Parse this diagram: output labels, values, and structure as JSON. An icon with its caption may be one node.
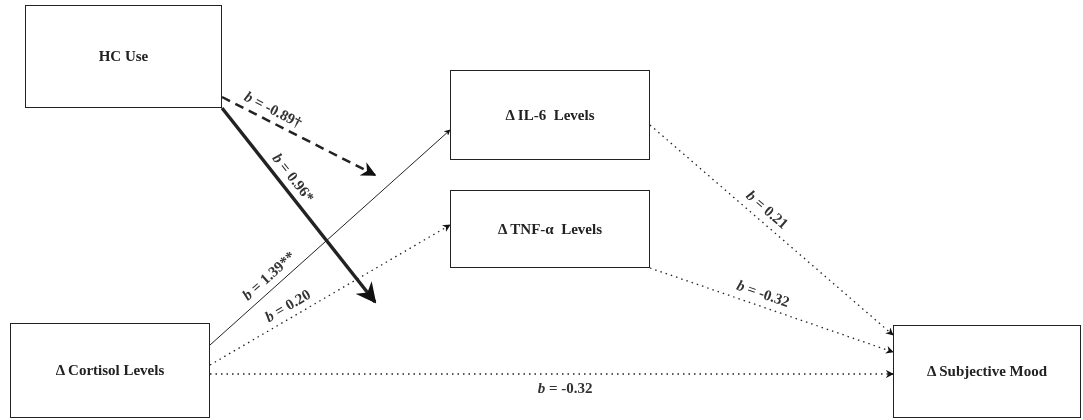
{
  "diagram": {
    "nodes": [
      {
        "text": [
          "HC Use"
        ]
      },
      {
        "text": [
          "Δ IL-6  Levels"
        ]
      },
      {
        "text": [
          "Δ TNF-α  Levels"
        ]
      },
      {
        "text": [
          "Δ Cortisol Levels"
        ]
      },
      {
        "text": [
          "Δ Subjective Mood"
        ]
      }
    ],
    "edges": [
      {
        "from": 0,
        "to": null,
        "arrow": "to",
        "label": "*b* = -0.89†",
        "style": "dashed"
      },
      {
        "from": 0,
        "to": null,
        "arrow": "to",
        "label": "*b* = 0.96*",
        "style": "thick"
      },
      {
        "from": 3,
        "to": 1,
        "arrow": "to",
        "label": "*b* = 1.39**"
      },
      {
        "from": 3,
        "to": 2,
        "arrow": "to",
        "label": "*b* = 0.20",
        "style": "dashed"
      },
      {
        "from": 1,
        "to": 4,
        "arrow": "to",
        "label": "*b* = 0.21",
        "style": "dashed"
      },
      {
        "from": 2,
        "to": 4,
        "arrow": "to",
        "label": "*b* = -0.32",
        "style": "dashed"
      },
      {
        "from": 3,
        "to": 4,
        "arrow": "to",
        "label": "*b* = -0.32",
        "style": "dashed"
      }
    ]
  }
}
